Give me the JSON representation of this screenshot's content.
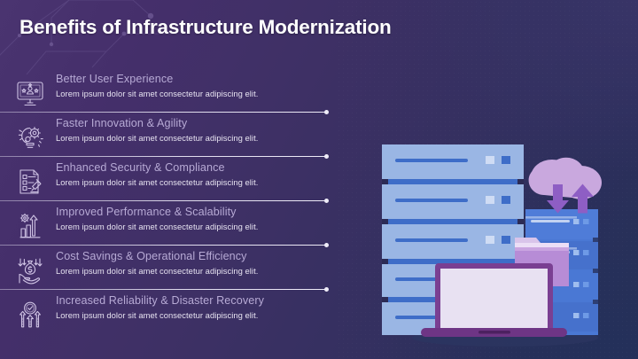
{
  "slide": {
    "title": "Benefits of Infrastructure Modernization",
    "background": {
      "base_color": "#3b2f63",
      "gradient_from": "#4a3470",
      "gradient_to": "#273156"
    },
    "colors": {
      "title_text": "#ffffff",
      "heading_text": "#b7aad5",
      "body_text": "#e7e3f1",
      "divider": "#efecf8",
      "server_light": "#93b0e0",
      "server_blue": "#4a78d4",
      "cloud_lavender": "#c9a8de",
      "folder_purple": "#b78cd6",
      "laptop_screen": "#e8e1f2",
      "laptop_frame": "#7a3f92"
    }
  },
  "benefits": [
    {
      "icon": "monitor-users-stars-icon",
      "heading": "Better User Experience",
      "body": "Lorem ipsum dolor sit amet consectetur adipiscing elit."
    },
    {
      "icon": "lightbulb-gears-icon",
      "heading": "Faster Innovation & Agility",
      "body": "Lorem ipsum dolor sit amet consectetur adipiscing elit."
    },
    {
      "icon": "checklist-gavel-icon",
      "heading": "Enhanced Security & Compliance",
      "body": "Lorem ipsum dolor sit amet consectetur adipiscing elit."
    },
    {
      "icon": "bar-chart-gear-arrow-icon",
      "heading": "Improved Performance & Scalability",
      "body": "Lorem ipsum dolor sit amet consectetur adipiscing elit."
    },
    {
      "icon": "hand-money-bag-down-arrows-icon",
      "heading": "Cost Savings & Operational Efficiency",
      "body": "Lorem ipsum dolor sit amet consectetur adipiscing elit."
    },
    {
      "icon": "shield-check-up-arrows-icon",
      "heading": "Increased Reliability & Disaster Recovery",
      "body": "Lorem ipsum dolor sit amet consectetur adipiscing elit."
    }
  ],
  "illustration": {
    "name": "server-stack-cloud-laptop-illustration",
    "elements": [
      "server-rack-stack",
      "cloud-upload-download",
      "data-folder",
      "laptop"
    ]
  }
}
